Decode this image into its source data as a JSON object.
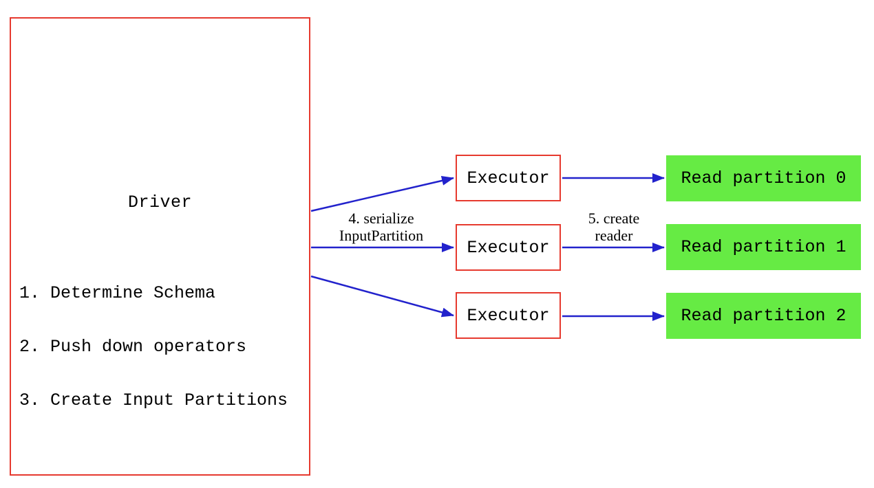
{
  "diagram": {
    "driver": {
      "label": "Driver",
      "steps": [
        "1. Determine Schema",
        "2. Push down operators",
        "3. Create Input Partitions"
      ]
    },
    "executors": [
      {
        "label": "Executor"
      },
      {
        "label": "Executor"
      },
      {
        "label": "Executor"
      }
    ],
    "read_partitions": [
      {
        "label": "Read partition 0"
      },
      {
        "label": "Read partition 1"
      },
      {
        "label": "Read partition 2"
      }
    ],
    "edge_labels": {
      "serialize": {
        "line1": "4. serialize",
        "line2": "InputPartition"
      },
      "create_reader": {
        "line1": "5. create",
        "line2": "reader"
      }
    },
    "colors": {
      "box_red": "#e6392e",
      "arrow_blue": "#2222cc",
      "partition_green": "#66eb44",
      "text": "#000000",
      "background": "#ffffff"
    }
  }
}
